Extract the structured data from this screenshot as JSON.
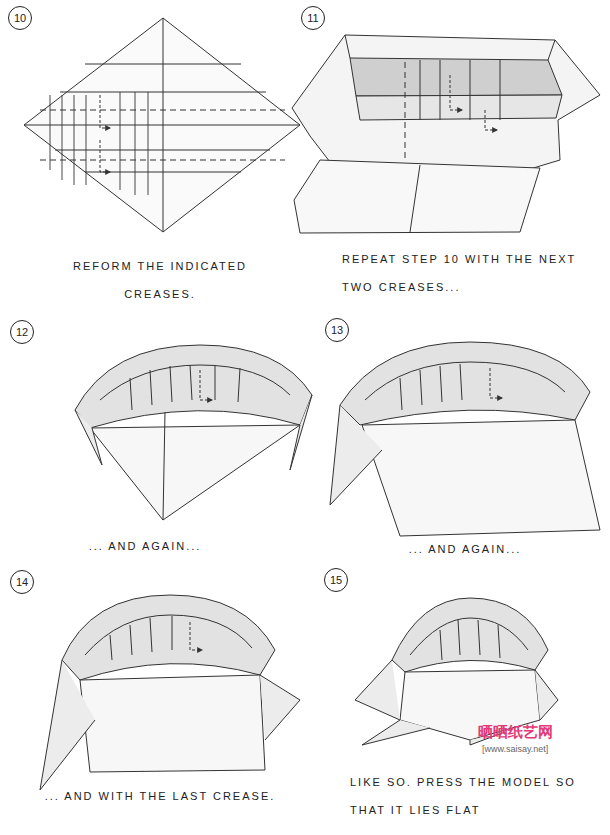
{
  "diagram": {
    "nodes": [
      {
        "text": [
          "10"
        ]
      },
      {
        "text": [
          "11"
        ]
      },
      {
        "text": [
          "12"
        ]
      },
      {
        "text": [
          "13"
        ]
      },
      {
        "text": [
          "14"
        ]
      },
      {
        "text": [
          "15"
        ]
      }
    ],
    "labels": [
      "REFORM THE INDICATED CREASES.",
      "REPEAT STEP 10 WITH THE NEXT TWO CREASES...",
      "... AND AGAIN...",
      "... AND AGAIN...",
      "... AND WITH THE LAST CREASE.",
      "LIKE SO. PRESS THE MODEL SO THAT IT LIES FLAT",
      "晒晒纸艺网",
      "[www.saisay.net]"
    ]
  }
}
